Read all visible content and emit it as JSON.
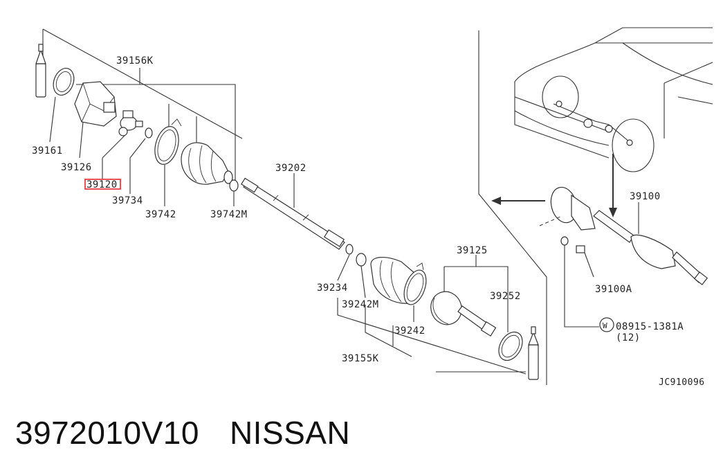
{
  "diagram": {
    "drawing_code": "JC910096",
    "labels": {
      "p39156K": "39156K",
      "p39161": "39161",
      "p39126": "39126",
      "p39120": "39120",
      "p39734": "39734",
      "p39742": "39742",
      "p39742M": "39742M",
      "p39202": "39202",
      "p39234": "39234",
      "p39242M": "39242M",
      "p39242": "39242",
      "p39155K": "39155K",
      "p39125": "39125",
      "p39252": "39252",
      "p39100": "39100",
      "p39100A": "39100A",
      "p08915": "08915-1381A",
      "p08915_qty": "(12)",
      "washer_symbol": "W"
    },
    "highlighted_part": "39120",
    "highlight_color": "#e8232a"
  },
  "caption": {
    "part_number": "3972010V10",
    "brand": "NISSAN"
  }
}
